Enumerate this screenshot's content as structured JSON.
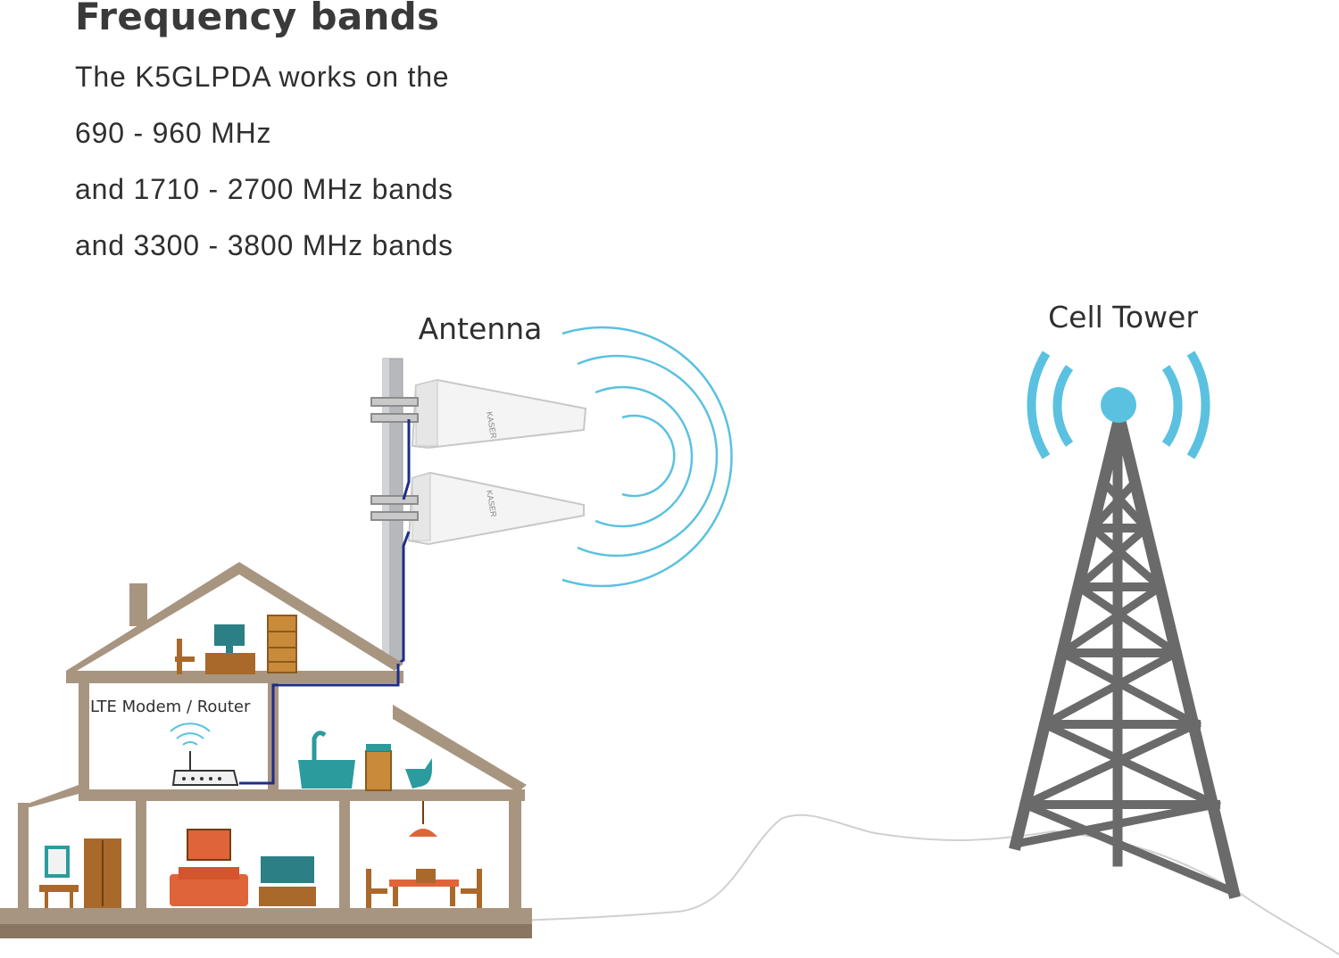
{
  "heading": "Frequency bands",
  "intro": {
    "line1": "The K5GLPDA works on the",
    "line2": "690 - 960 MHz",
    "line3": "and 1710 - 2700 MHz bands",
    "line4": "and 3300 - 3800 MHz bands"
  },
  "labels": {
    "antenna": "Antenna",
    "cell_tower": "Cell Tower",
    "modem_router": "LTE Modem  /  Router",
    "antenna_brand": "KASER"
  },
  "colors": {
    "house": "#a89580",
    "ground": "#8a7560",
    "signal": "#5bc1e0",
    "tower": "#6a6a6a",
    "cable": "#1e2d86",
    "teal": "#2b9b9e",
    "orange": "#e0643a",
    "wood": "#a8692a"
  },
  "icons": [
    "antenna-icon",
    "cell-tower-icon",
    "router-icon",
    "house-icon"
  ]
}
